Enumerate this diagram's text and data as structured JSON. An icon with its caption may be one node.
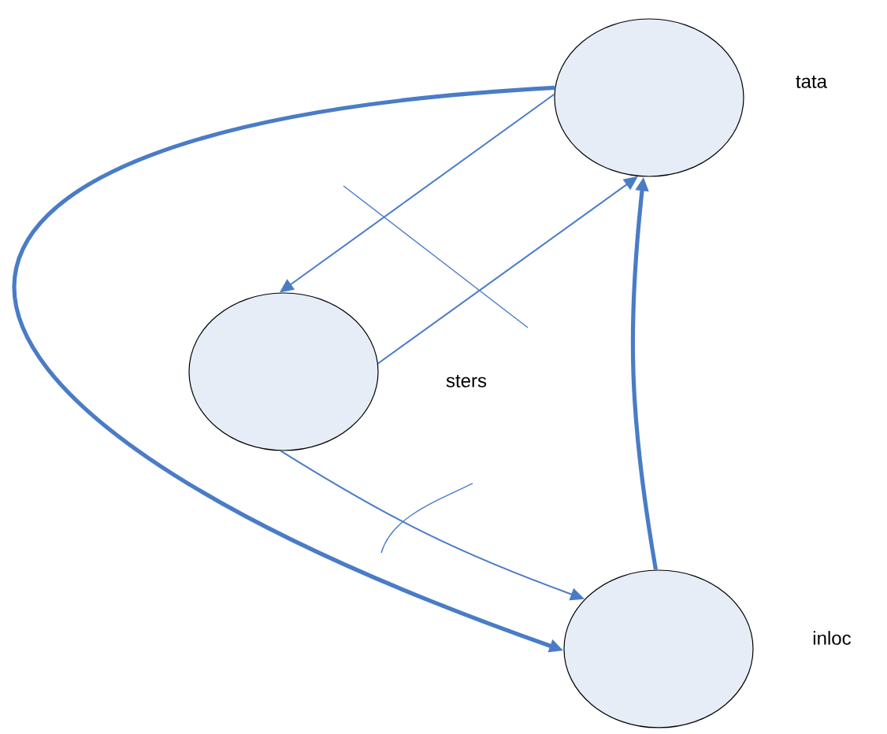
{
  "diagram": {
    "nodes": [
      {
        "text": [],
        "shape": "ellipse",
        "beside": [
          "tata"
        ]
      },
      {
        "text": [],
        "shape": "ellipse",
        "beside": [
          "sters"
        ]
      },
      {
        "text": [],
        "shape": "ellipse",
        "beside": [
          "inloc"
        ]
      }
    ],
    "edges": [
      {
        "from": 0,
        "to": 1,
        "arrow": "to"
      },
      {
        "from": 1,
        "to": 0,
        "arrow": "to"
      },
      {
        "from": 1,
        "to": 2,
        "arrow": "to"
      },
      {
        "from": 0,
        "to": 2,
        "arrow": "to",
        "style": "thick"
      },
      {
        "from": 2,
        "to": 0,
        "arrow": "to",
        "style": "thick"
      }
    ]
  }
}
